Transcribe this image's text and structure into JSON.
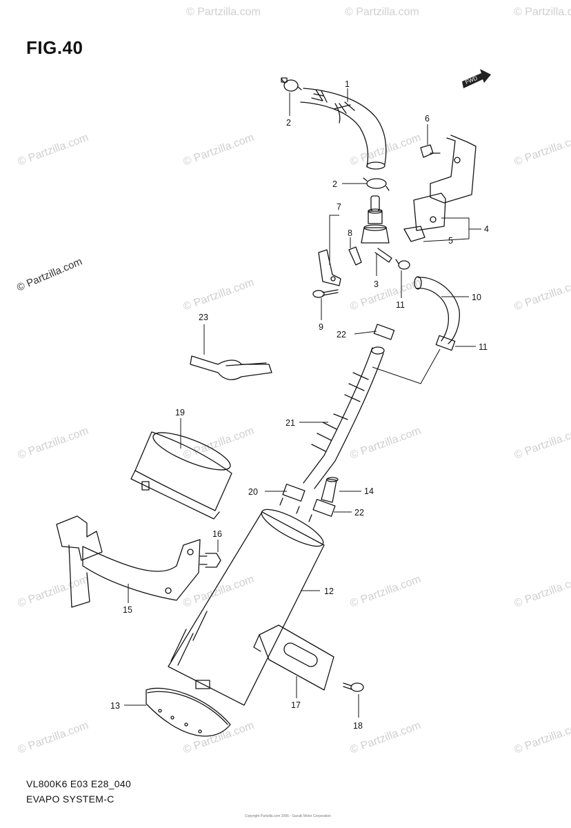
{
  "figure": {
    "title": "FIG.40",
    "code": "VL800K6 E03 E28_040",
    "system_name": "EVAPO SYSTEM-C",
    "copyright_small": "Copyright Partzilla.com 2006 - Suzuki Motor Corporation"
  },
  "watermark": {
    "text": "© Partzilla.com",
    "side_text": "© Partzilla.com"
  },
  "fwd_label": "FWD",
  "callouts": [
    {
      "id": "1",
      "label": "1"
    },
    {
      "id": "2a",
      "label": "2"
    },
    {
      "id": "2b",
      "label": "2"
    },
    {
      "id": "3",
      "label": "3"
    },
    {
      "id": "4",
      "label": "4"
    },
    {
      "id": "5",
      "label": "5"
    },
    {
      "id": "6",
      "label": "6"
    },
    {
      "id": "7",
      "label": "7"
    },
    {
      "id": "8",
      "label": "8"
    },
    {
      "id": "9",
      "label": "9"
    },
    {
      "id": "10",
      "label": "10"
    },
    {
      "id": "11a",
      "label": "11"
    },
    {
      "id": "11b",
      "label": "11"
    },
    {
      "id": "12",
      "label": "12"
    },
    {
      "id": "13",
      "label": "13"
    },
    {
      "id": "14",
      "label": "14"
    },
    {
      "id": "15",
      "label": "15"
    },
    {
      "id": "16",
      "label": "16"
    },
    {
      "id": "17",
      "label": "17"
    },
    {
      "id": "18",
      "label": "18"
    },
    {
      "id": "19",
      "label": "19"
    },
    {
      "id": "20",
      "label": "20"
    },
    {
      "id": "21",
      "label": "21"
    },
    {
      "id": "22a",
      "label": "22"
    },
    {
      "id": "22b",
      "label": "22"
    },
    {
      "id": "23",
      "label": "23"
    }
  ]
}
